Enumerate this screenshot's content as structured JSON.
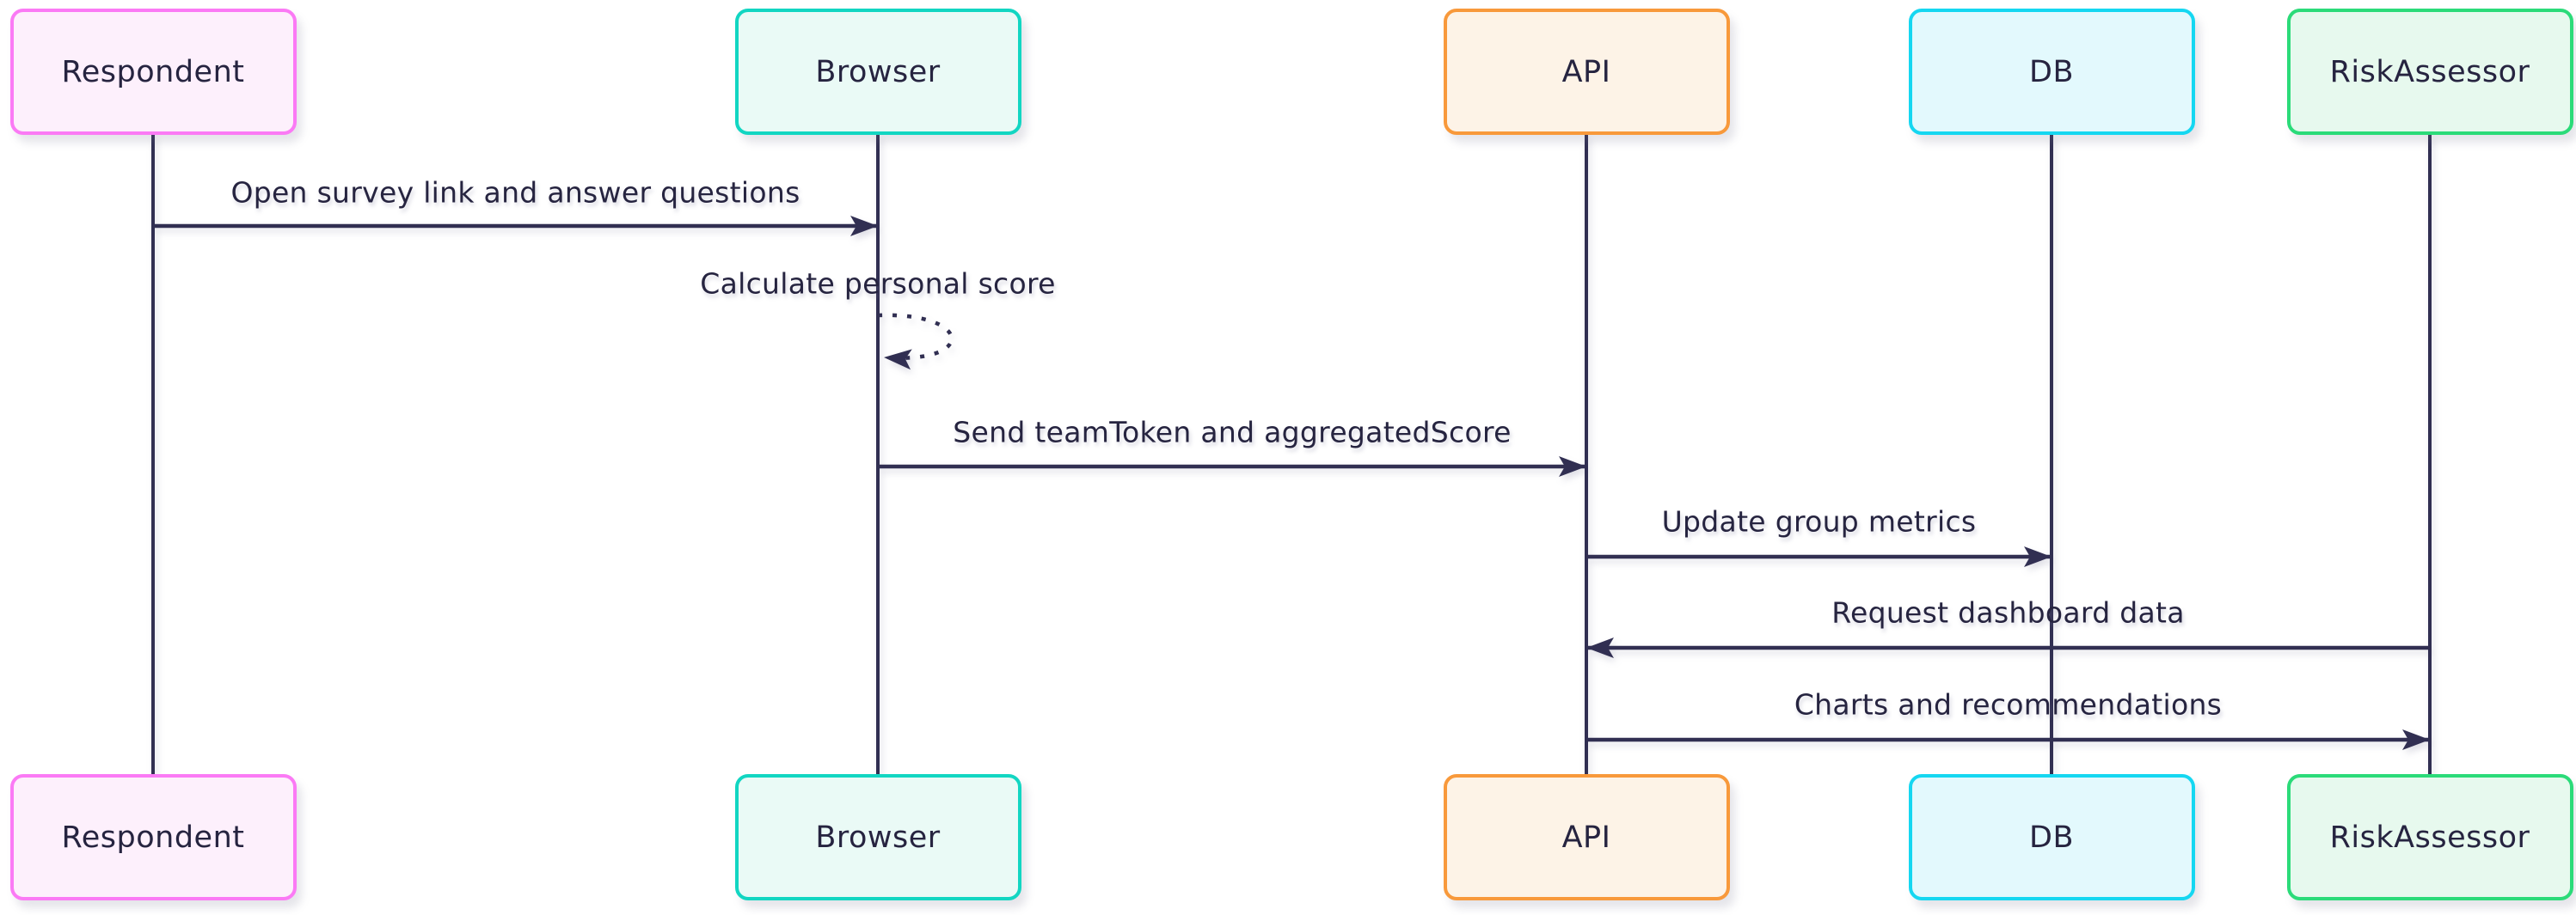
{
  "diagram": {
    "type": "sequence-diagram",
    "background": "#ffffff",
    "line_color": "#312f52",
    "text_color": "#262440",
    "actors": [
      {
        "id": "respondent",
        "label": "Respondent",
        "border_color": "#fb7af5",
        "fill_color": "#fdf0fc"
      },
      {
        "id": "browser",
        "label": "Browser",
        "border_color": "#12d6c2",
        "fill_color": "#eafaf6"
      },
      {
        "id": "api",
        "label": "API",
        "border_color": "#f8993b",
        "fill_color": "#fdf3e7"
      },
      {
        "id": "db",
        "label": "DB",
        "border_color": "#15d7f1",
        "fill_color": "#e3f9fd"
      },
      {
        "id": "riskassessor",
        "label": "RiskAssessor",
        "border_color": "#2bdb79",
        "fill_color": "#e7f9ee"
      }
    ],
    "messages": [
      {
        "from": "respondent",
        "to": "browser",
        "label": "Open survey link and answer questions",
        "line_style": "solid"
      },
      {
        "from": "browser",
        "to": "browser",
        "label": "Calculate personal score",
        "line_style": "dotted"
      },
      {
        "from": "browser",
        "to": "api",
        "label": "Send teamToken and aggregatedScore",
        "line_style": "solid"
      },
      {
        "from": "api",
        "to": "db",
        "label": "Update group metrics",
        "line_style": "solid"
      },
      {
        "from": "riskassessor",
        "to": "api",
        "label": "Request dashboard data",
        "line_style": "solid"
      },
      {
        "from": "api",
        "to": "riskassessor",
        "label": "Charts and recommendations",
        "line_style": "solid"
      }
    ]
  }
}
